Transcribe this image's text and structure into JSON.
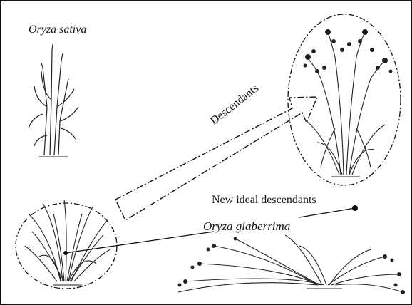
{
  "figure": {
    "labels": {
      "oryza_sativa": "Oryza sativa",
      "oryza_glaberrima": "Oryza glaberrima",
      "descendants": "Descendants",
      "new_ideal_descendants": "New ideal descendants"
    },
    "plants": [
      "oryza-sativa-plant",
      "oryza-glaberrima-plant",
      "descendant-plant",
      "new-ideal-descendant-plant"
    ]
  }
}
